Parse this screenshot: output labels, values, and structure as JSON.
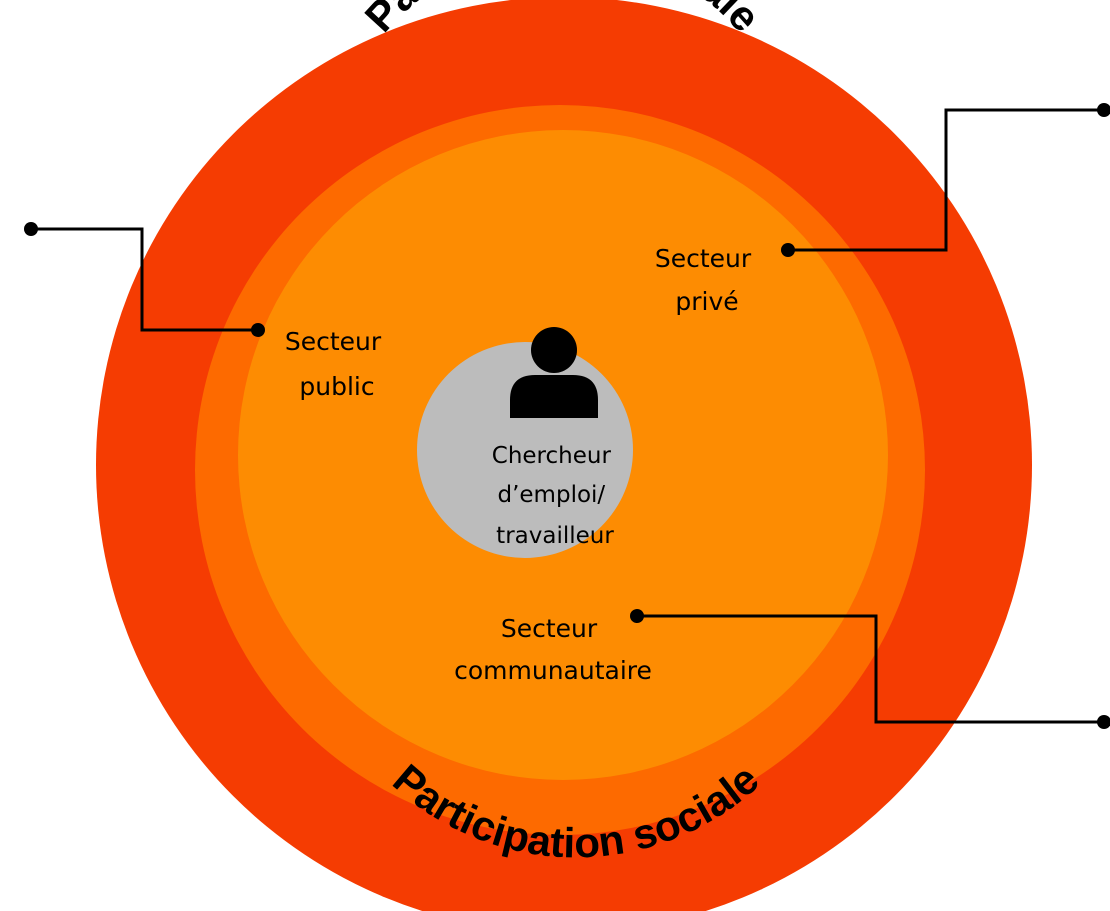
{
  "ring_labels": {
    "top": "Participation sociale",
    "bottom": "Participation sociale"
  },
  "sectors": {
    "public": [
      "Secteur",
      "public"
    ],
    "private": [
      "Secteur",
      "privé"
    ],
    "community": [
      "Secteur",
      "communautaire"
    ]
  },
  "center": {
    "icon": "person-icon",
    "lines": [
      "Chercheur",
      "d’emploi/",
      "travailleur"
    ]
  },
  "colors": {
    "outer_ring": "#f53c02",
    "middle_ring": "#fd6a00",
    "inner_disc": "#fd8c02",
    "center_disc": "#bcbcbc",
    "lines": "#000000"
  }
}
